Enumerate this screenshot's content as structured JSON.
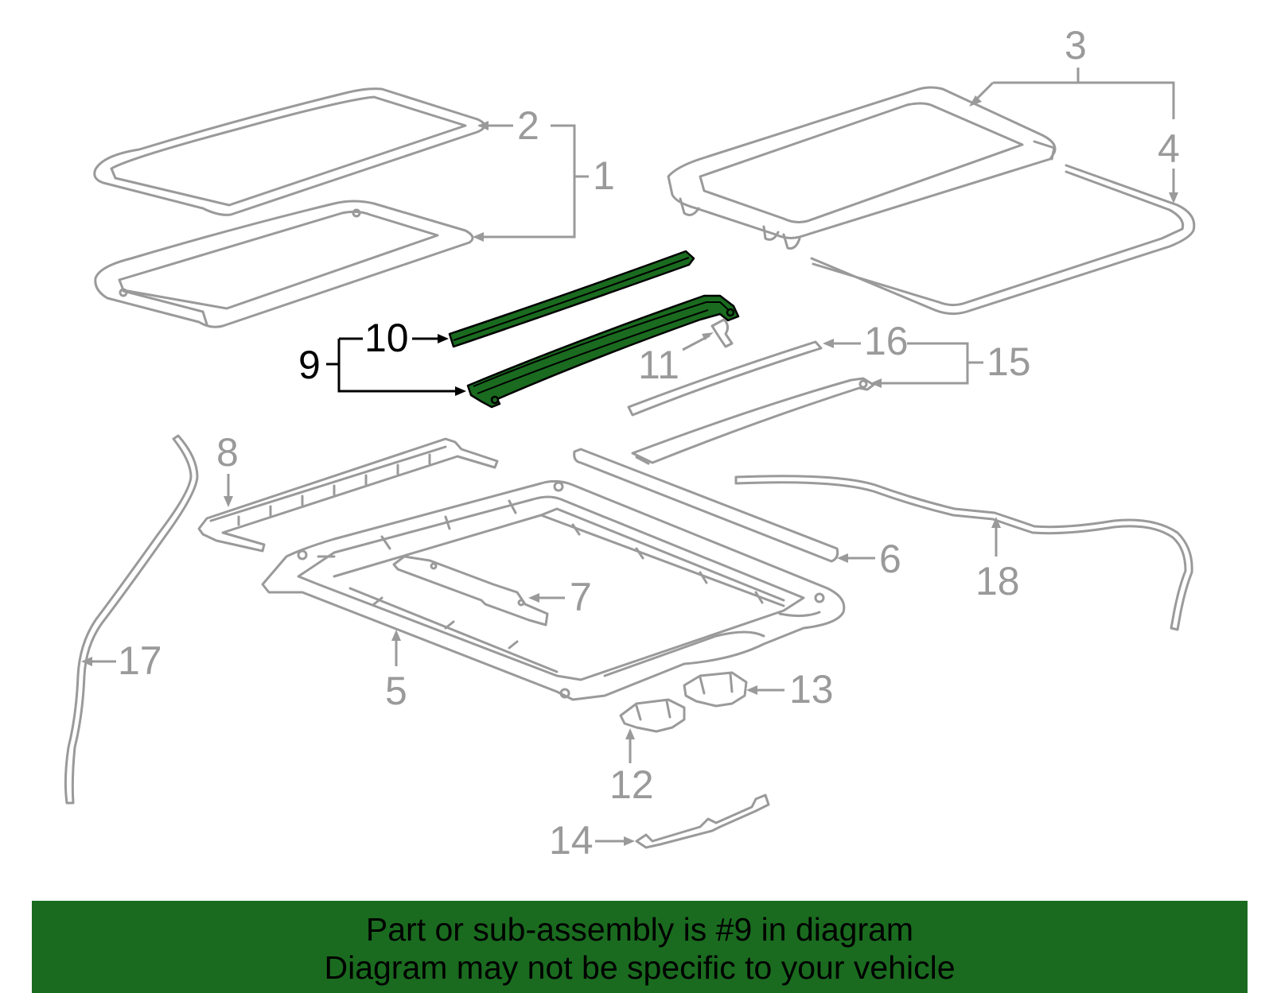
{
  "callouts": {
    "c1": "1",
    "c2": "2",
    "c3": "3",
    "c4": "4",
    "c5": "5",
    "c6": "6",
    "c7": "7",
    "c8": "8",
    "c9": "9",
    "c10": "10",
    "c11": "11",
    "c12": "12",
    "c13": "13",
    "c14": "14",
    "c15": "15",
    "c16": "16",
    "c17": "17",
    "c18": "18"
  },
  "highlighted_part": "9",
  "banner": {
    "line1": "Part or sub-assembly is #9 in diagram",
    "line2": "Diagram may not be specific to your vehicle"
  },
  "colors": {
    "highlight": "#1a6b1f",
    "part_stroke": "#9a9a9a",
    "banner_bg": "#1a6b1f"
  }
}
